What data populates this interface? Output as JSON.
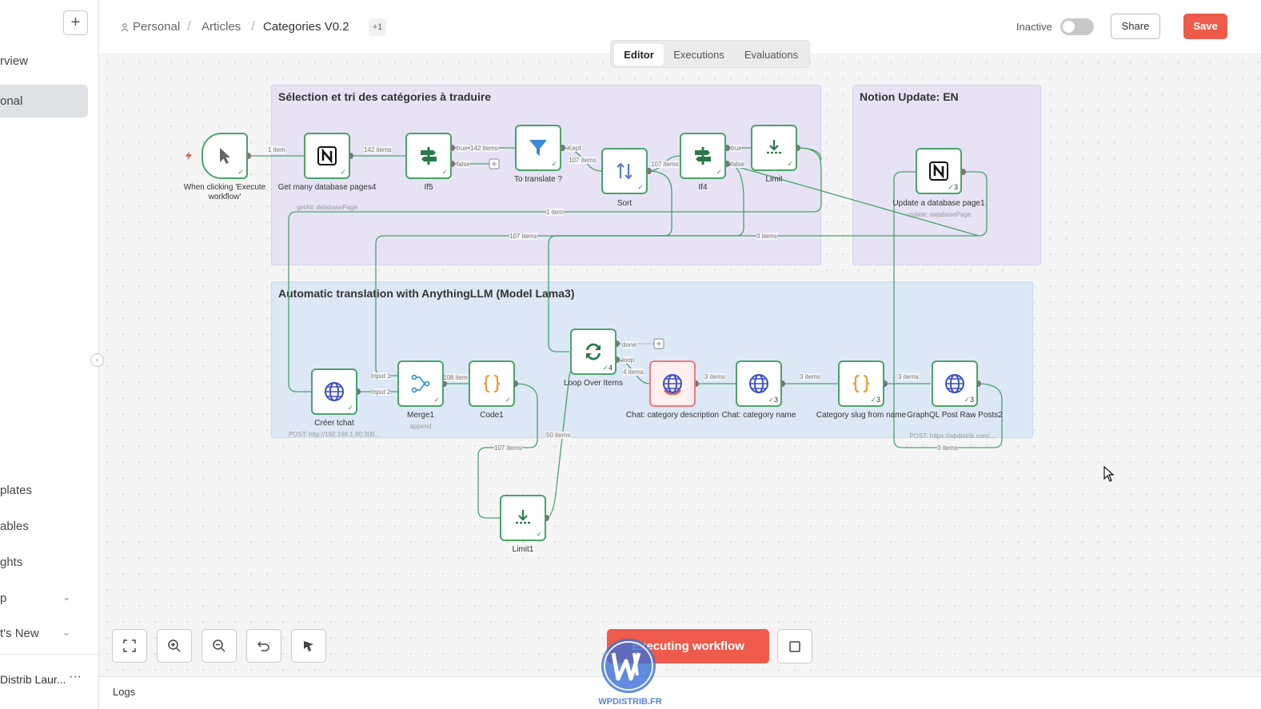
{
  "sidebar": {
    "add_label": "+",
    "items": [
      {
        "label": "rview"
      },
      {
        "label": "onal"
      },
      {
        "label": "plates"
      },
      {
        "label": "ables"
      },
      {
        "label": "ghts"
      },
      {
        "label": "p"
      },
      {
        "label": "t's New"
      }
    ],
    "user": "Distrib Laur...",
    "more": "···"
  },
  "header": {
    "breadcrumb": [
      "Personal",
      "Articles",
      "Categories V0.2"
    ],
    "extra_badge": "+1",
    "status_label": "Inactive",
    "active": false,
    "share_label": "Share",
    "save_label": "Save"
  },
  "tabs": [
    {
      "label": "Editor",
      "active": true
    },
    {
      "label": "Executions",
      "active": false
    },
    {
      "label": "Evaluations",
      "active": false
    }
  ],
  "canvas": {
    "stickies": [
      {
        "title": "Sélection et tri des catégories à traduire",
        "color": "#e7e3f5"
      },
      {
        "title": "Notion Update: EN",
        "color": "#e7e3f5"
      },
      {
        "title": "Automatic translation with AnythingLLM (Model Lama3)",
        "color": "#dce8f6"
      }
    ],
    "nodes": [
      {
        "id": "trigger",
        "label": "When clicking 'Execute workflow'",
        "sub": "",
        "icon": "cursor-icon"
      },
      {
        "id": "getmany",
        "label": "Get many database pages4",
        "sub": "getAll: databasePage",
        "icon": "notion-icon"
      },
      {
        "id": "if5",
        "label": "If5",
        "sub": "",
        "icon": "if-icon"
      },
      {
        "id": "totranslate",
        "label": "To translate ?",
        "sub": "",
        "icon": "filter-icon"
      },
      {
        "id": "sort",
        "label": "Sort",
        "sub": "",
        "icon": "sort-icon"
      },
      {
        "id": "if4",
        "label": "If4",
        "sub": "",
        "icon": "if-icon"
      },
      {
        "id": "limit",
        "label": "Limit",
        "sub": "",
        "icon": "limit-icon"
      },
      {
        "id": "update",
        "label": "Update a database page1",
        "sub": "update: databasePage",
        "icon": "notion-icon",
        "count": "3"
      },
      {
        "id": "creer",
        "label": "Créer tchat",
        "sub": "POST: http://192.168.1.90:300...",
        "icon": "globe-icon"
      },
      {
        "id": "merge1",
        "label": "Merge1",
        "sub": "append",
        "icon": "merge-icon"
      },
      {
        "id": "code1",
        "label": "Code1",
        "sub": "",
        "icon": "code-icon"
      },
      {
        "id": "loop",
        "label": "Loop Over Items",
        "sub": "",
        "icon": "loop-icon",
        "count": "4"
      },
      {
        "id": "chatdesc",
        "label": "Chat: category description",
        "sub": "",
        "icon": "globe-icon"
      },
      {
        "id": "chatname",
        "label": "Chat: category name",
        "sub": "",
        "icon": "globe-icon",
        "count": "3"
      },
      {
        "id": "slug",
        "label": "Category slug from name",
        "sub": "",
        "icon": "code-icon",
        "count": "3"
      },
      {
        "id": "graphql",
        "label": "GraphQL Post Raw Posts2",
        "sub": "POST: https://wpdistrib.com/...",
        "icon": "globe-icon",
        "count": "3"
      },
      {
        "id": "limit1",
        "label": "Limit1",
        "sub": "",
        "icon": "limit-icon"
      }
    ],
    "wire_labels": [
      "1 item",
      "142 items",
      "true",
      "142 items",
      "false",
      "Kept",
      "107 items",
      "107 items",
      "true",
      "false",
      "1 item",
      "107 items",
      "3 items",
      "Input 1",
      "Input 2",
      "108 item",
      "done",
      "loop",
      "4 items",
      "3 items",
      "3 items",
      "3 items",
      "50 items",
      "107 items",
      "3 items"
    ]
  },
  "controls": {
    "buttons": [
      "fit-view-icon",
      "zoom-in-icon",
      "zoom-out-icon",
      "undo-icon",
      "tidy-icon"
    ],
    "execute_label": "Executing workflow",
    "stop_icon": "stop-icon"
  },
  "logs_label": "Logs",
  "watermark": "WPDISTRIB.FR"
}
